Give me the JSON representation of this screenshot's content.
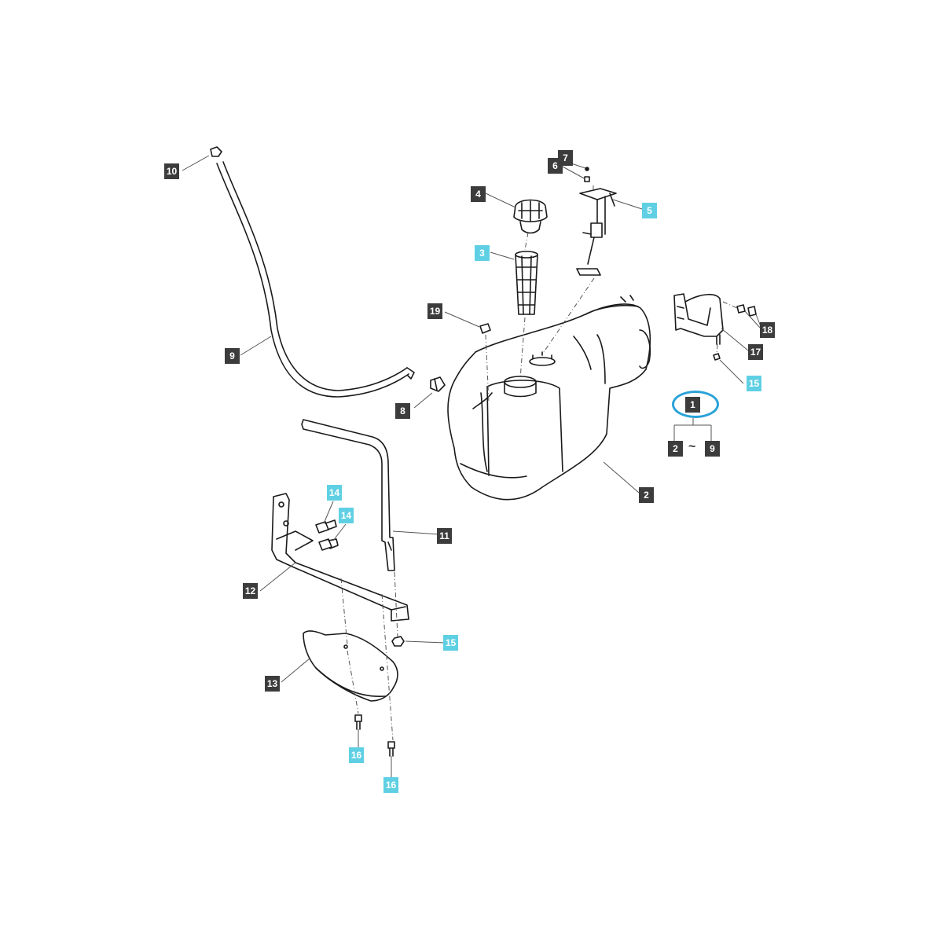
{
  "diagram": {
    "colors": {
      "line": "#1a1a1a",
      "callout_line": "#555555",
      "tag_dark": "#3c3c3c",
      "tag_light": "#5fd0e3",
      "highlight_ring": "#2aa2d8"
    },
    "callouts": {
      "c1": "1",
      "c2": "2",
      "c3": "3",
      "c4": "4",
      "c5": "5",
      "c6": "6",
      "c7": "7",
      "c8": "8",
      "c9": "9",
      "c10": "10",
      "c11": "11",
      "c12": "12",
      "c13": "13",
      "c14a": "14",
      "c14b": "14",
      "c15a": "15",
      "c15b": "15",
      "c16a": "16",
      "c16b": "16",
      "c17": "17",
      "c18": "18",
      "c19": "19"
    },
    "assembly_key": {
      "parent": "1",
      "range_start": "2",
      "range_separator": "~",
      "range_end": "9"
    }
  }
}
